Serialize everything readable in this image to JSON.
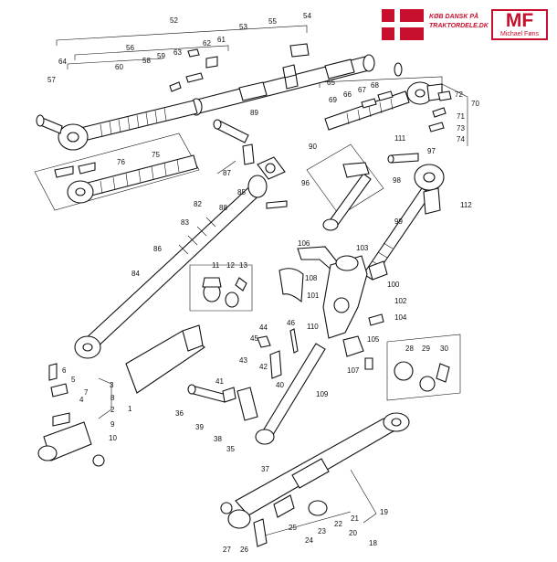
{
  "brand": {
    "slogan_line1": "KØB DANSK PÅ",
    "slogan_line2": "TRAKTORDELE.DK",
    "logo_text": "MF",
    "logo_subtitle": "Michael Føns",
    "colors": {
      "accent": "#c8102e",
      "ink": "#111111",
      "paper": "#ffffff"
    }
  },
  "diagram": {
    "callouts": [
      {
        "id": "c1",
        "text": "1"
      },
      {
        "id": "c2",
        "text": "2"
      },
      {
        "id": "c3",
        "text": "3"
      },
      {
        "id": "c4",
        "text": "4"
      },
      {
        "id": "c5",
        "text": "5"
      },
      {
        "id": "c6",
        "text": "6"
      },
      {
        "id": "c7",
        "text": "7"
      },
      {
        "id": "c8",
        "text": "8"
      },
      {
        "id": "c9",
        "text": "9"
      },
      {
        "id": "c10",
        "text": "10"
      },
      {
        "id": "c11",
        "text": "11"
      },
      {
        "id": "c12",
        "text": "12"
      },
      {
        "id": "c13",
        "text": "13"
      },
      {
        "id": "c18",
        "text": "18"
      },
      {
        "id": "c19",
        "text": "19"
      },
      {
        "id": "c20",
        "text": "20"
      },
      {
        "id": "c21",
        "text": "21"
      },
      {
        "id": "c22",
        "text": "22"
      },
      {
        "id": "c23",
        "text": "23"
      },
      {
        "id": "c24",
        "text": "24"
      },
      {
        "id": "c25",
        "text": "25"
      },
      {
        "id": "c26",
        "text": "26"
      },
      {
        "id": "c27",
        "text": "27"
      },
      {
        "id": "c28",
        "text": "28"
      },
      {
        "id": "c29",
        "text": "29"
      },
      {
        "id": "c30",
        "text": "30"
      },
      {
        "id": "c35",
        "text": "35"
      },
      {
        "id": "c36",
        "text": "36"
      },
      {
        "id": "c37",
        "text": "37"
      },
      {
        "id": "c38",
        "text": "38"
      },
      {
        "id": "c39",
        "text": "39"
      },
      {
        "id": "c40",
        "text": "40"
      },
      {
        "id": "c41",
        "text": "41"
      },
      {
        "id": "c42",
        "text": "42"
      },
      {
        "id": "c43",
        "text": "43"
      },
      {
        "id": "c44",
        "text": "44"
      },
      {
        "id": "c45",
        "text": "45"
      },
      {
        "id": "c46",
        "text": "46"
      },
      {
        "id": "c52",
        "text": "52"
      },
      {
        "id": "c53",
        "text": "53"
      },
      {
        "id": "c54",
        "text": "54"
      },
      {
        "id": "c55",
        "text": "55"
      },
      {
        "id": "c56",
        "text": "56"
      },
      {
        "id": "c57",
        "text": "57"
      },
      {
        "id": "c58",
        "text": "58"
      },
      {
        "id": "c59",
        "text": "59"
      },
      {
        "id": "c60",
        "text": "60"
      },
      {
        "id": "c61",
        "text": "61"
      },
      {
        "id": "c62",
        "text": "62"
      },
      {
        "id": "c63",
        "text": "63"
      },
      {
        "id": "c64",
        "text": "64"
      },
      {
        "id": "c65",
        "text": "65"
      },
      {
        "id": "c66",
        "text": "66"
      },
      {
        "id": "c67",
        "text": "67"
      },
      {
        "id": "c68",
        "text": "68"
      },
      {
        "id": "c69",
        "text": "69"
      },
      {
        "id": "c70",
        "text": "70"
      },
      {
        "id": "c71",
        "text": "71"
      },
      {
        "id": "c72",
        "text": "72"
      },
      {
        "id": "c73",
        "text": "73"
      },
      {
        "id": "c74",
        "text": "74"
      },
      {
        "id": "c75",
        "text": "75"
      },
      {
        "id": "c76",
        "text": "76"
      },
      {
        "id": "c82",
        "text": "82"
      },
      {
        "id": "c83",
        "text": "83"
      },
      {
        "id": "c84",
        "text": "84"
      },
      {
        "id": "c85",
        "text": "85"
      },
      {
        "id": "c86",
        "text": "86"
      },
      {
        "id": "c87",
        "text": "87"
      },
      {
        "id": "c88",
        "text": "88"
      },
      {
        "id": "c89",
        "text": "89"
      },
      {
        "id": "c90",
        "text": "90"
      },
      {
        "id": "c96",
        "text": "96"
      },
      {
        "id": "c97",
        "text": "97"
      },
      {
        "id": "c98",
        "text": "98"
      },
      {
        "id": "c99",
        "text": "99"
      },
      {
        "id": "c100",
        "text": "100"
      },
      {
        "id": "c101",
        "text": "101"
      },
      {
        "id": "c102",
        "text": "102"
      },
      {
        "id": "c103",
        "text": "103"
      },
      {
        "id": "c104",
        "text": "104"
      },
      {
        "id": "c105",
        "text": "105"
      },
      {
        "id": "c106",
        "text": "106"
      },
      {
        "id": "c107",
        "text": "107"
      },
      {
        "id": "c108",
        "text": "108"
      },
      {
        "id": "c109",
        "text": "109"
      },
      {
        "id": "c110",
        "text": "110"
      },
      {
        "id": "c111",
        "text": "111"
      },
      {
        "id": "c112",
        "text": "112"
      }
    ]
  }
}
